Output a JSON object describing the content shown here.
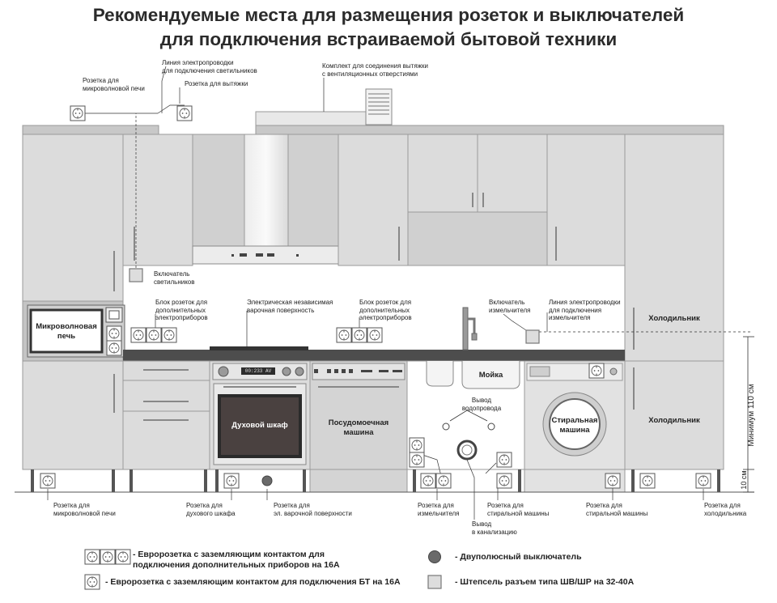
{
  "title": {
    "line1": "Рекомендуемые места для размещения розеток и выключателей",
    "line2": "для подключения встраиваемой бытовой техники"
  },
  "labels": {
    "microwave_socket_top": "Розетка для\nмикроволновой печи",
    "light_wiring_top": "Линия электропроводки\nдля подключения светильников",
    "hood_socket": "Розетка для вытяжки",
    "vent_kit": "Комплект для соединения вытяжки\nс вентиляционных отверстиями",
    "light_switch": "Включатель\nсветильников",
    "socket_block_left": "Блок розеток для\nдополнительных\nэлектроприборов",
    "hob_label": "Электрическая независимая\nварочная поверхность",
    "socket_block_mid": "Блок розеток для\nдополнительных\nэлектроприборов",
    "grinder_switch": "Включатель\nизмельчителя",
    "grinder_wiring": "Линия электропроводки\nдля подключения\nизмельчителя",
    "water_outlet": "Вывод\nводопровода",
    "sewer_outlet": "Вывод\nв канализацию",
    "bottom_microwave": "Розетка для\nмикроволновой печи",
    "bottom_oven": "Розетка для\nдухового шкафа",
    "bottom_hob": "Розетка для\nэл. варочной поверхности",
    "bottom_grinder": "Розетка для\nизмельчителя",
    "bottom_washer1": "Розетка для\nстиральной машины",
    "bottom_washer2": "Розетка для\nстиральной машины",
    "bottom_fridge": "Розетка для\nхолодильника"
  },
  "appliances": {
    "microwave": "Микроволновая\nпечь",
    "oven": "Духовой шкаф",
    "dishwasher": "Посудомоечная\nмашина",
    "sink": "Мойка",
    "washer": "Стиральная\nмашина",
    "fridge_top": "Холодильник",
    "fridge_bottom": "Холодильник",
    "oven_display": "00:233 AV"
  },
  "dimensions": {
    "min_height": "Минимум 110 см",
    "bottom_height": "10 см"
  },
  "legend": {
    "triple_socket": "- Евророзетка с заземляющим контактом для\n  подключения дополнительных приборов на 16А",
    "single_socket": "- Евророзетка с заземляющим контактом для подключения БТ на 16А",
    "bipolar_switch": "- Двуполюсный выключатель",
    "plug_socket": "- Штепсель разъем типа ШВ/ШР на 32-40А"
  },
  "colors": {
    "cabinet": "#dcdcdc",
    "cabinet_edge": "#9a9a9a",
    "countertop": "#4d4d4d",
    "dark_panel": "#3a3a3a",
    "oven_fill": "#4a4140",
    "wall_top": "#bdbdbd"
  }
}
